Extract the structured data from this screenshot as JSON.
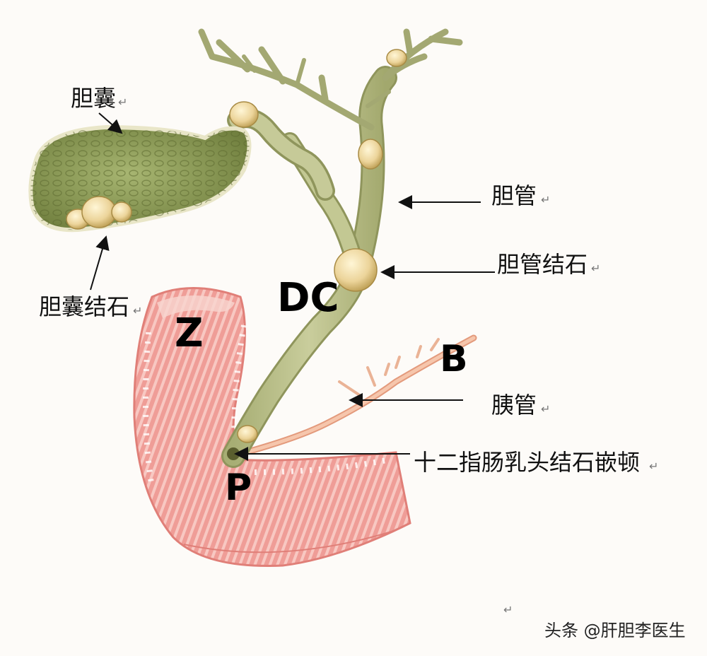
{
  "labels": {
    "gallbladder": "胆囊",
    "gallbladder_stones": "胆囊结石",
    "bile_duct": "胆管",
    "bile_duct_stone": "胆管结石",
    "pancreatic_duct": "胰管",
    "papilla_stone": "十二指肠乳头结石嵌顿"
  },
  "letters": {
    "dc": "DC",
    "z": "Z",
    "b": "B",
    "p": "P"
  },
  "return_mark": "↵",
  "watermark": "头条 @肝胆李医生",
  "colors": {
    "bile_duct": "#b5bc88",
    "gallbladder": "#8f9d5a",
    "stone": "#ecd49a",
    "duodenum": "#f0a6a0",
    "pancreatic_duct": "#f2b99a"
  }
}
